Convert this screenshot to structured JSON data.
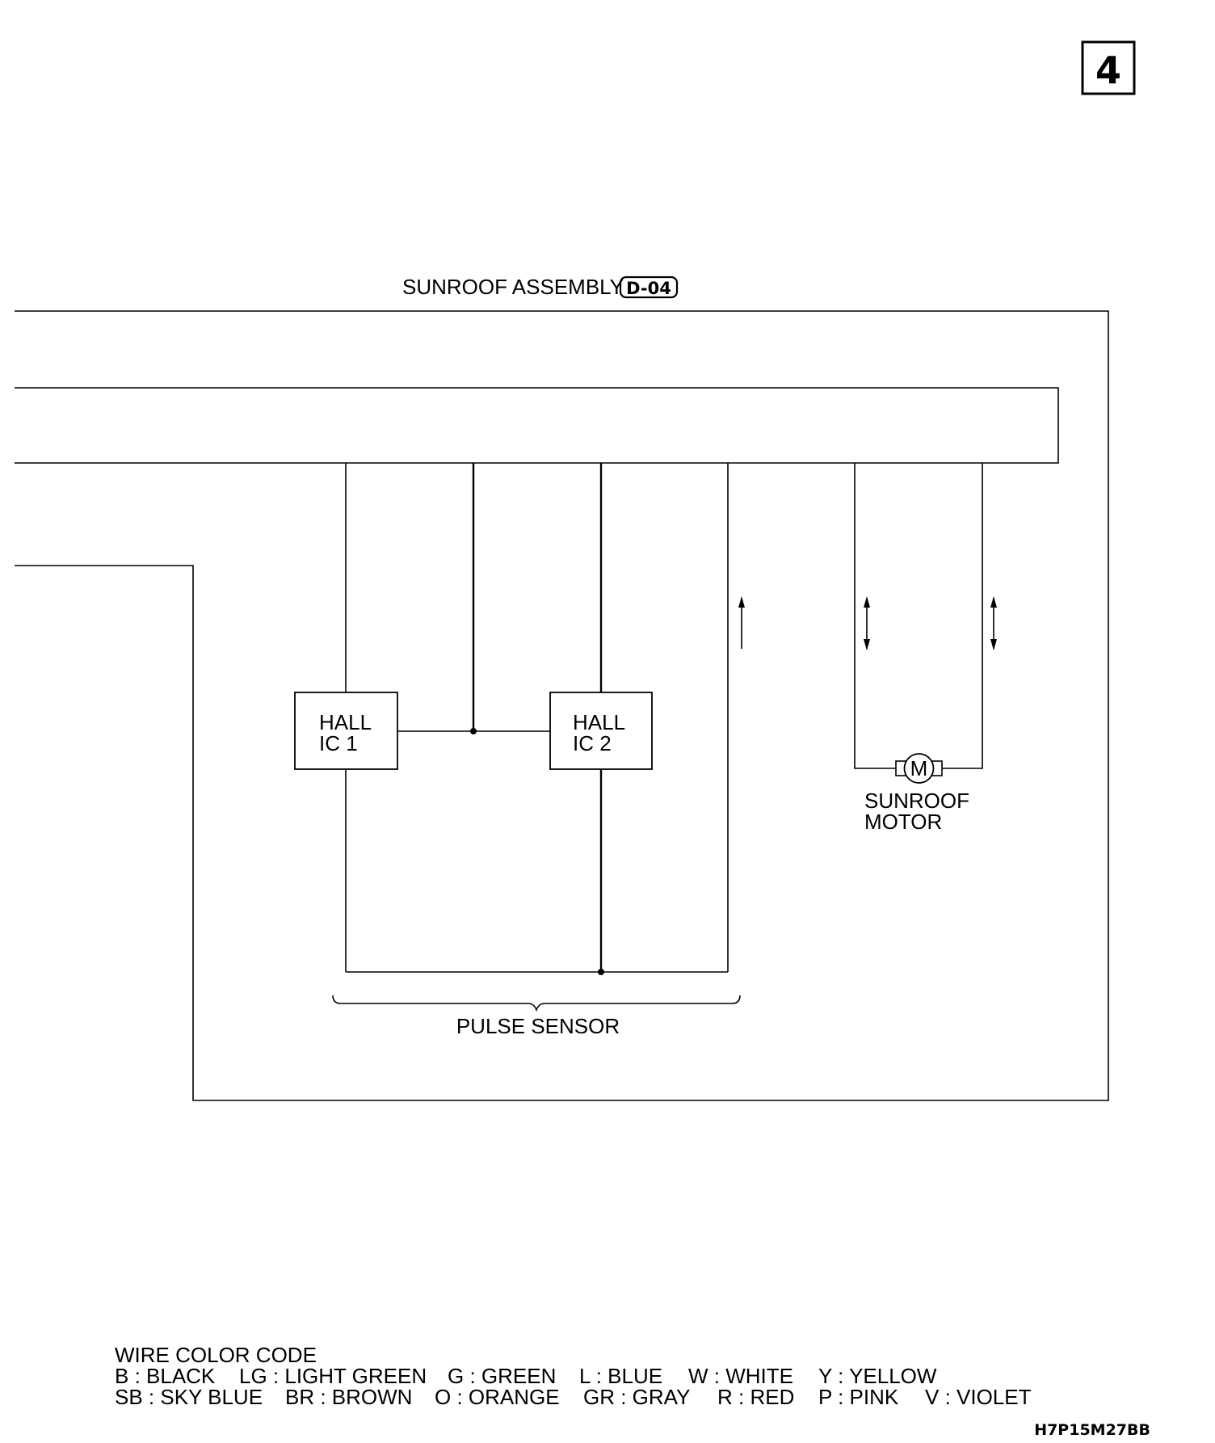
{
  "diagram": {
    "page_number": "4",
    "assembly_label": "SUNROOF ASSEMBLY",
    "connector_badge": "D-04",
    "hall_ic_1": [
      "HALL",
      "IC 1"
    ],
    "hall_ic_2": [
      "HALL",
      "IC 2"
    ],
    "motor_symbol": "M",
    "motor_label": [
      "SUNROOF",
      "MOTOR"
    ],
    "pulse_sensor_label": "PULSE SENSOR",
    "figure_code": "H7P15M27BB"
  },
  "legend": {
    "title": "WIRE COLOR CODE",
    "row1": [
      "B : BLACK",
      "LG : LIGHT GREEN",
      "G : GREEN",
      "L : BLUE",
      "W : WHITE",
      "Y : YELLOW"
    ],
    "row2": [
      "SB : SKY BLUE",
      "BR : BROWN",
      "O : ORANGE",
      "GR : GRAY",
      "R : RED",
      "P : PINK",
      "V : VIOLET"
    ]
  }
}
